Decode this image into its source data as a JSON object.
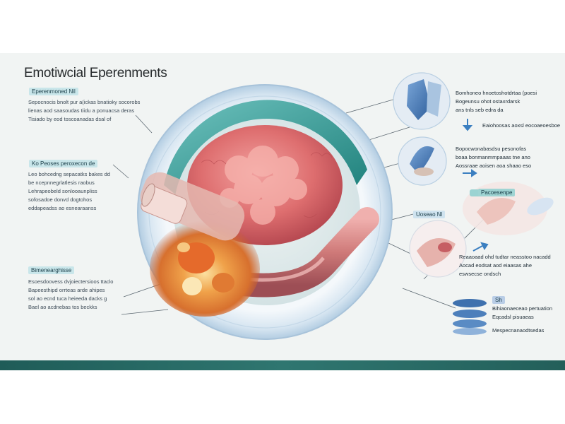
{
  "title": "Emotiwcial Eperenments",
  "left_labels": [
    {
      "tag": "Eperenmoned Nil",
      "lines": [
        "Sepocnocis bnolt pur a(ickas bnatioky socorobs",
        "lienas aod saasoudas tiidu a ponuacsa deras",
        "Tisiado by eod toscoanadas dsal of"
      ]
    },
    {
      "tag": "Ko Peoses peroxecon de",
      "lines": [
        "Leo bohcedng sepacatks bakes dd",
        "be ncepnnegrlatlesis raobus",
        "Lehrapeobeld sonlooaunpliss",
        "sofosadoe donvd dogtohos",
        "eddapeadss ao esnearaanss"
      ]
    },
    {
      "tag": "Bimenearghisse",
      "lines": [
        "Esoesdoovess dvjoiectersioos ttaclo",
        "Bapeesthipd orrteas arde ahipes",
        "sol ao ecnd tuca heieeda dacks g",
        "Bael ao acdnebas tos beckks"
      ]
    }
  ],
  "right_labels": [
    {
      "lines": [
        "Bomhoneo hnoetoshotdrtaa (poesi",
        "Bogeunsu ohot ostaxrdarsk",
        "ans tnls seb edra da"
      ]
    },
    {
      "lines": [
        "Eaiohoosas aoxsl eocoaeoesboe"
      ]
    },
    {
      "lines": [
        "Bopocwonabasdsu pesonofas",
        "boaa bonmanmmpaaas tne ano",
        "Aossraae aoisen aoa shaao eso"
      ]
    },
    {
      "tag": "Pacoesenpe",
      "lines": []
    },
    {
      "tag": "Uoseao Nl",
      "lines": []
    },
    {
      "lines": [
        "Reaaoaad ohd tudtar neasstoo nacadd",
        "Aocad eodsat aod eiaasas ahe",
        "eswsecse ondsch"
      ]
    },
    {
      "tag": "Sh",
      "lines": []
    },
    {
      "lines": [
        "Bihiaonaeceao pertuation",
        "Eqcadsl pisuaeas",
        "Mespecnanaodtsedas"
      ]
    }
  ],
  "colors": {
    "background": "#f1f4f3",
    "band": "#2a6a66",
    "teal": "#2e8f8a",
    "tissue": "#d9686a",
    "tube": "#c8797a",
    "glow": "#e4863a"
  },
  "icons": [
    "arrow-down-icon",
    "arrow-right-icon",
    "pipe-icon"
  ]
}
